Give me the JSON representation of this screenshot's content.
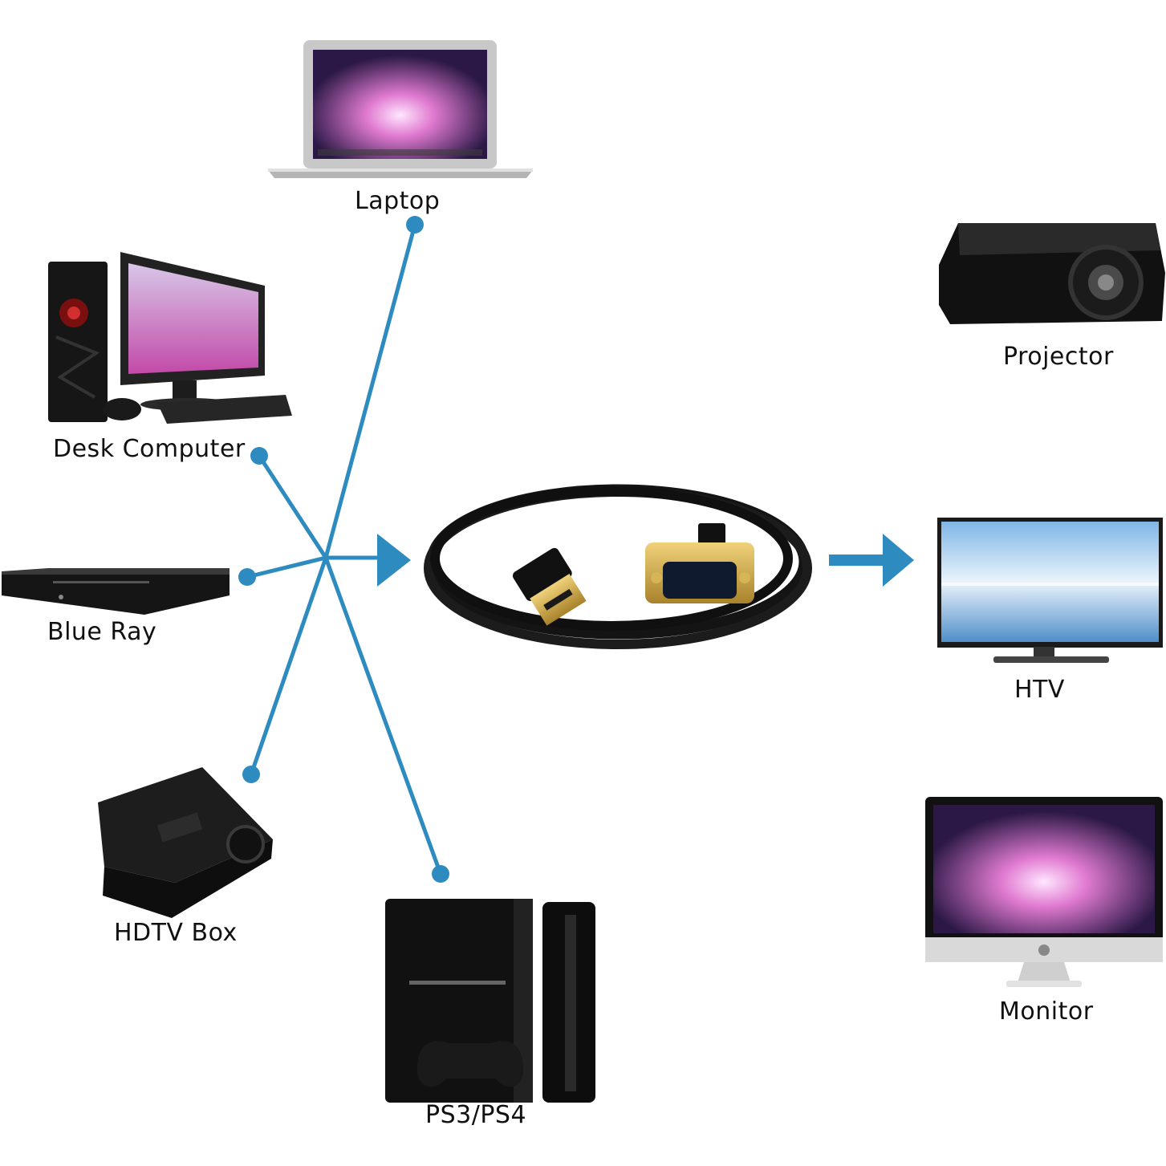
{
  "colors": {
    "connector": "#2e8bc0",
    "text": "#111111",
    "device_dark": "#141414",
    "gold": "#c9a53a"
  },
  "sources": [
    {
      "label": "Laptop",
      "icon": "laptop-icon"
    },
    {
      "label": "Desk Computer",
      "icon": "desktop-computer-icon"
    },
    {
      "label": "Blue Ray",
      "icon": "bluray-player-icon"
    },
    {
      "label": "HDTV Box",
      "icon": "tv-box-icon"
    },
    {
      "label": "PS3/PS4",
      "icon": "game-console-icon"
    }
  ],
  "center": {
    "icon": "hdmi-to-vga-cable-icon"
  },
  "displays": [
    {
      "label": "Projector",
      "icon": "projector-icon"
    },
    {
      "label": "HTV",
      "icon": "hdtv-icon"
    },
    {
      "label": "Monitor",
      "icon": "monitor-icon"
    }
  ]
}
